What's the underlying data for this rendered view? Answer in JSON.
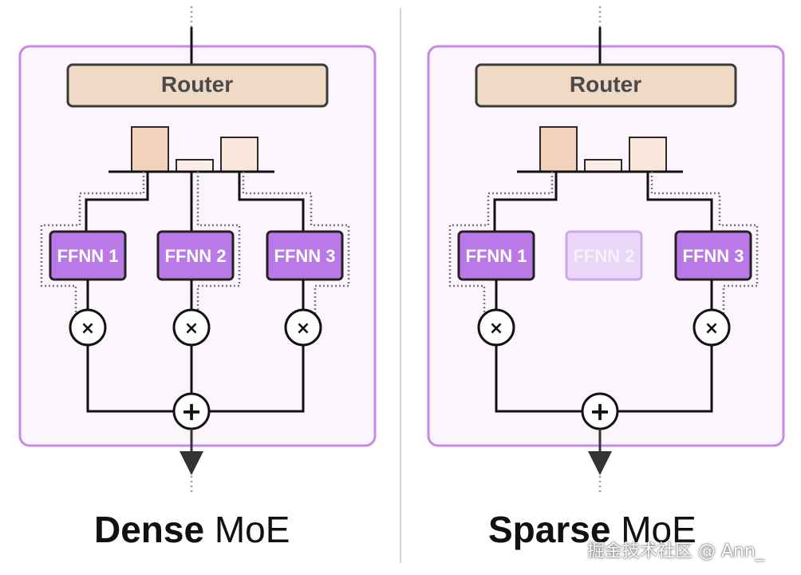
{
  "panels": [
    {
      "id": "dense",
      "router_label": "Router",
      "caption_bold": "Dense",
      "caption_rest": " MoE",
      "experts": [
        {
          "label": "FFNN 1",
          "active": true
        },
        {
          "label": "FFNN 2",
          "active": true
        },
        {
          "label": "FFNN 3",
          "active": true
        }
      ],
      "router_weights": [
        0.85,
        0.22,
        0.65
      ]
    },
    {
      "id": "sparse",
      "router_label": "Router",
      "caption_bold": "Sparse",
      "caption_rest": " MoE",
      "experts": [
        {
          "label": "FFNN 1",
          "active": true
        },
        {
          "label": "FFNN 2",
          "active": false
        },
        {
          "label": "FFNN 3",
          "active": true
        }
      ],
      "router_weights": [
        0.85,
        0.22,
        0.65
      ]
    }
  ],
  "operators": {
    "multiply": "×",
    "add": "+"
  },
  "colors": {
    "panel_fill": "#fcf5fd",
    "panel_border": "#c58ae6",
    "router_fill": "#f0d9c5",
    "expert_fill": "#b97ae8",
    "expert_inactive_fill": "#ead7f8",
    "bar_colors": [
      "#f2d2bc",
      "#fbede6",
      "#fbe6dc"
    ]
  },
  "watermark": "掘金技术社区 @ Ann_"
}
